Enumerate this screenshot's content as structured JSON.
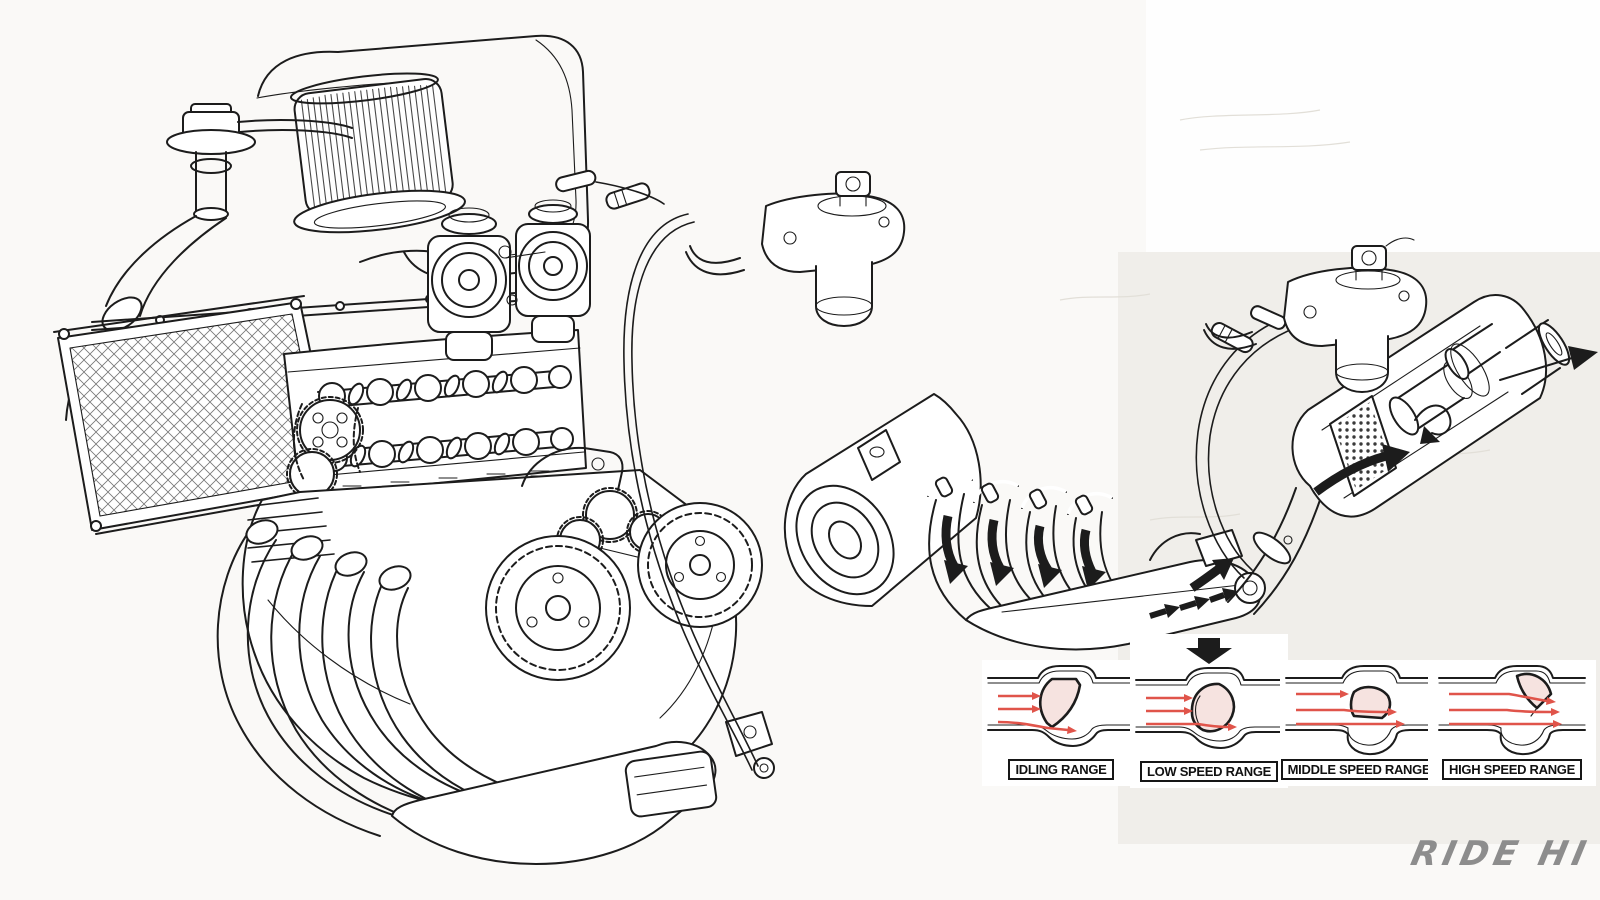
{
  "colors": {
    "ink": "#1c1c1c",
    "paper": "#faf9f7",
    "panel": "#f0eeea",
    "arrowRed": "#e0544a",
    "valveFill": "#f6e3e0",
    "logoGray": "#8d8d8d"
  },
  "insets": [
    {
      "label": "IDLING RANGE",
      "valve_state": "nearly closed",
      "flow_arrows": 3,
      "pointer_above": false
    },
    {
      "label": "LOW SPEED RANGE",
      "valve_state": "slightly open",
      "flow_arrows": 3,
      "pointer_above": true
    },
    {
      "label": "MIDDLE SPEED RANGE",
      "valve_state": "half open",
      "flow_arrows": 3,
      "pointer_above": false
    },
    {
      "label": "HIGH SPEED RANGE",
      "valve_state": "fully open",
      "flow_arrows": 3,
      "pointer_above": false
    }
  ],
  "watermark": {
    "text": "RIDE HI"
  }
}
